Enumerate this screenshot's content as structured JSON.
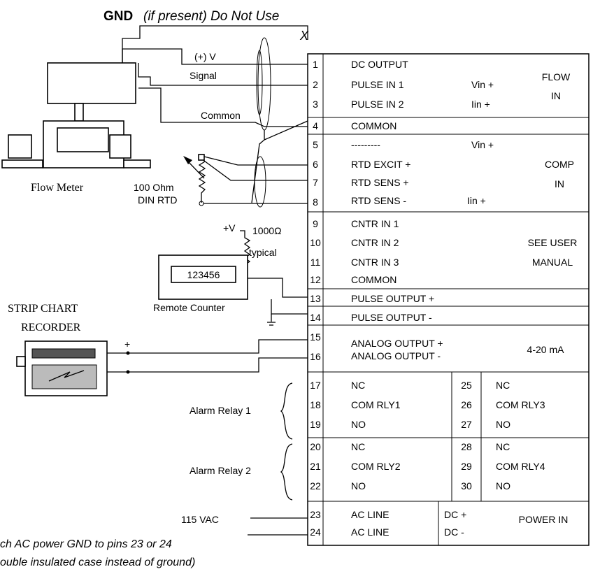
{
  "header": {
    "gnd": "GND",
    "gnd_note": "(if present) Do Not Use",
    "x_mark": "X"
  },
  "flow_meter": {
    "vplus": "(+) V",
    "signal": "Signal",
    "common": "Common",
    "name": "Flow Meter"
  },
  "rtd": {
    "line1": "100 Ohm",
    "line2": "DIN RTD"
  },
  "resistor": {
    "vplus": "+V",
    "value": "1000Ω",
    "typical": "typical"
  },
  "remote_counter": {
    "display": "123456",
    "name": "Remote Counter"
  },
  "strip_chart": {
    "line1": "STRIP CHART",
    "line2": "RECORDER",
    "plus": "+"
  },
  "alarms": {
    "relay1": "Alarm Relay 1",
    "relay2": "Alarm Relay 2"
  },
  "power": {
    "vac": "115 VAC",
    "note1": "ch AC power GND to pins 23 or 24",
    "note2": "ouble insulated case instead of ground)"
  },
  "terminal": {
    "rows": [
      {
        "pin": "1",
        "label": "DC OUTPUT",
        "aux": ""
      },
      {
        "pin": "2",
        "label": "PULSE IN 1",
        "aux": "Vin +"
      },
      {
        "pin": "3",
        "label": "PULSE IN 2",
        "aux": "Iin +"
      },
      {
        "pin": "4",
        "label": "COMMON",
        "aux": ""
      },
      {
        "pin": "5",
        "label": "---------",
        "aux": "Vin +"
      },
      {
        "pin": "6",
        "label": "RTD EXCIT +",
        "aux": ""
      },
      {
        "pin": "7",
        "label": "RTD SENS   +",
        "aux": ""
      },
      {
        "pin": "8",
        "label": "RTD SENS -",
        "aux": "Iin +"
      },
      {
        "pin": "9",
        "label": "CNTR IN 1",
        "aux": ""
      },
      {
        "pin": "10",
        "label": "CNTR IN 2",
        "aux": ""
      },
      {
        "pin": "11",
        "label": "CNTR IN 3",
        "aux": ""
      },
      {
        "pin": "12",
        "label": "COMMON",
        "aux": ""
      },
      {
        "pin": "13",
        "label": "PULSE OUTPUT +",
        "aux": ""
      },
      {
        "pin": "14",
        "label": "PULSE OUTPUT -",
        "aux": ""
      },
      {
        "pin": "15",
        "label": "ANALOG OUTPUT +",
        "aux": ""
      },
      {
        "pin": "16",
        "label": "ANALOG OUTPUT -",
        "aux": ""
      }
    ],
    "relays": [
      {
        "pin_a": "17",
        "label_a": "NC",
        "pin_b": "25",
        "label_b": "NC"
      },
      {
        "pin_a": "18",
        "label_a": "COM RLY1",
        "pin_b": "26",
        "label_b": "COM RLY3"
      },
      {
        "pin_a": "19",
        "label_a": "NO",
        "pin_b": "27",
        "label_b": "NO"
      },
      {
        "pin_a": "20",
        "label_a": "NC",
        "pin_b": "28",
        "label_b": "NC"
      },
      {
        "pin_a": "21",
        "label_a": "COM RLY2",
        "pin_b": "29",
        "label_b": "COM RLY4"
      },
      {
        "pin_a": "22",
        "label_a": "NO",
        "pin_b": "30",
        "label_b": "NO"
      }
    ],
    "power_rows": [
      {
        "pin": "23",
        "label": "AC LINE",
        "dc": "DC +"
      },
      {
        "pin": "24",
        "label": "AC LINE",
        "dc": "DC -"
      }
    ],
    "groups": {
      "flow_1": "FLOW",
      "flow_2": "IN",
      "comp_1": "COMP",
      "comp_2": "IN",
      "user_1": "SEE USER",
      "user_2": "MANUAL",
      "analog_range": "4-20 mA",
      "power_in": "POWER IN"
    }
  }
}
